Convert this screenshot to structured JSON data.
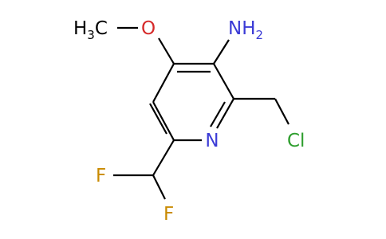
{
  "molecule": {
    "atoms": [
      {
        "id": "amino",
        "main": "NH",
        "sub": "2",
        "color": "#3b3bd6",
        "name": "atom-label-amino"
      },
      {
        "id": "methoxy-oxygen",
        "main": "O",
        "sub": "",
        "color": "#d62a2a",
        "name": "atom-label-oxygen"
      },
      {
        "id": "methyl",
        "main": "H",
        "sub": "3",
        "tail": "C",
        "color": "#000000",
        "name": "atom-label-methyl"
      },
      {
        "id": "ring-nitrogen",
        "main": "N",
        "sub": "",
        "color": "#3b3bd6",
        "name": "atom-label-ring-nitrogen"
      },
      {
        "id": "chlorine",
        "main": "Cl",
        "sub": "",
        "color": "#2e9e2e",
        "name": "atom-label-chlorine"
      },
      {
        "id": "fluorine-1",
        "main": "F",
        "sub": "",
        "color": "#c98a00",
        "name": "atom-label-fluorine-1"
      },
      {
        "id": "fluorine-2",
        "main": "F",
        "sub": "",
        "color": "#c98a00",
        "name": "atom-label-fluorine-2"
      }
    ]
  }
}
